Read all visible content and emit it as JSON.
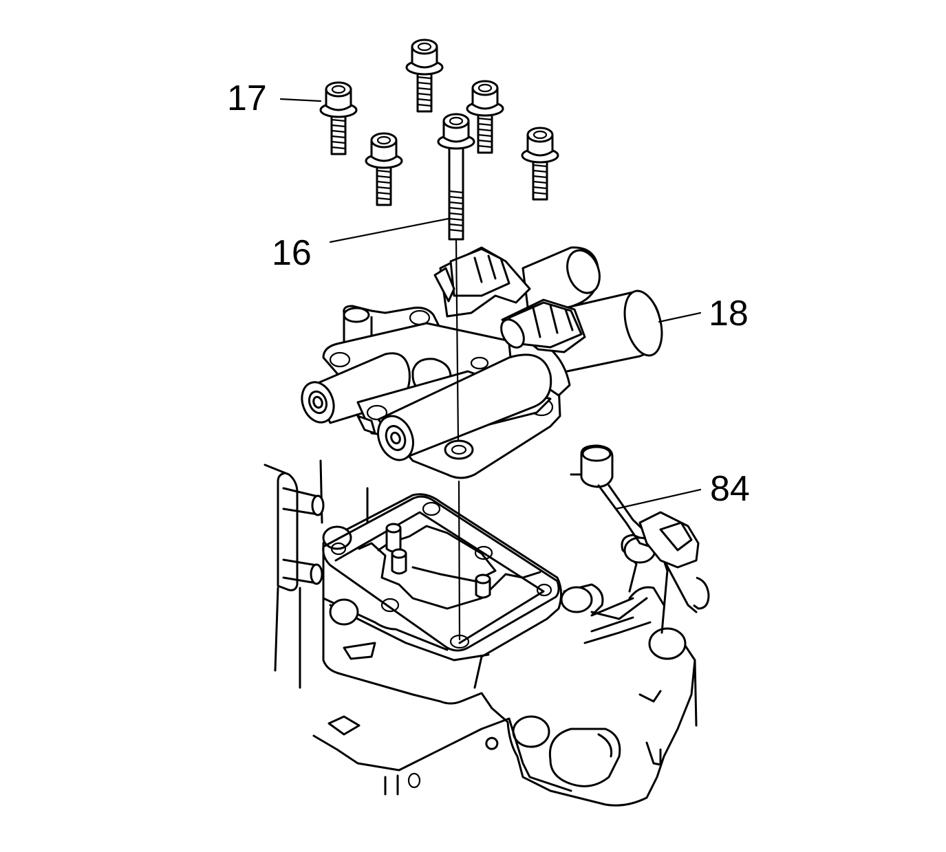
{
  "callouts": {
    "c17": {
      "label": "17"
    },
    "c16": {
      "label": "16"
    },
    "c18": {
      "label": "18"
    },
    "c84": {
      "label": "84"
    }
  },
  "colors": {
    "line": "#000000",
    "background": "#ffffff"
  }
}
